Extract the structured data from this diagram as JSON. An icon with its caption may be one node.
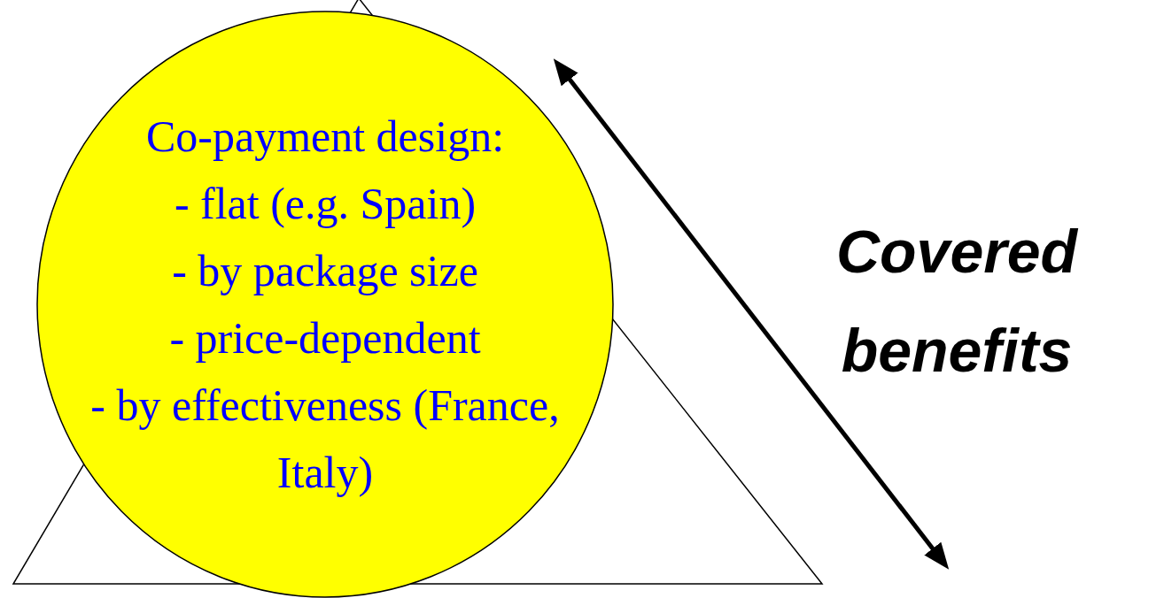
{
  "diagram": {
    "nodes": [
      {
        "text": [
          "Co-payment design:",
          "- flat (e.g. Spain)",
          "- by package size",
          "- price-dependent",
          "- by effectiveness (France, Italy)"
        ]
      }
    ],
    "labels": [
      "Covered benefits"
    ]
  }
}
